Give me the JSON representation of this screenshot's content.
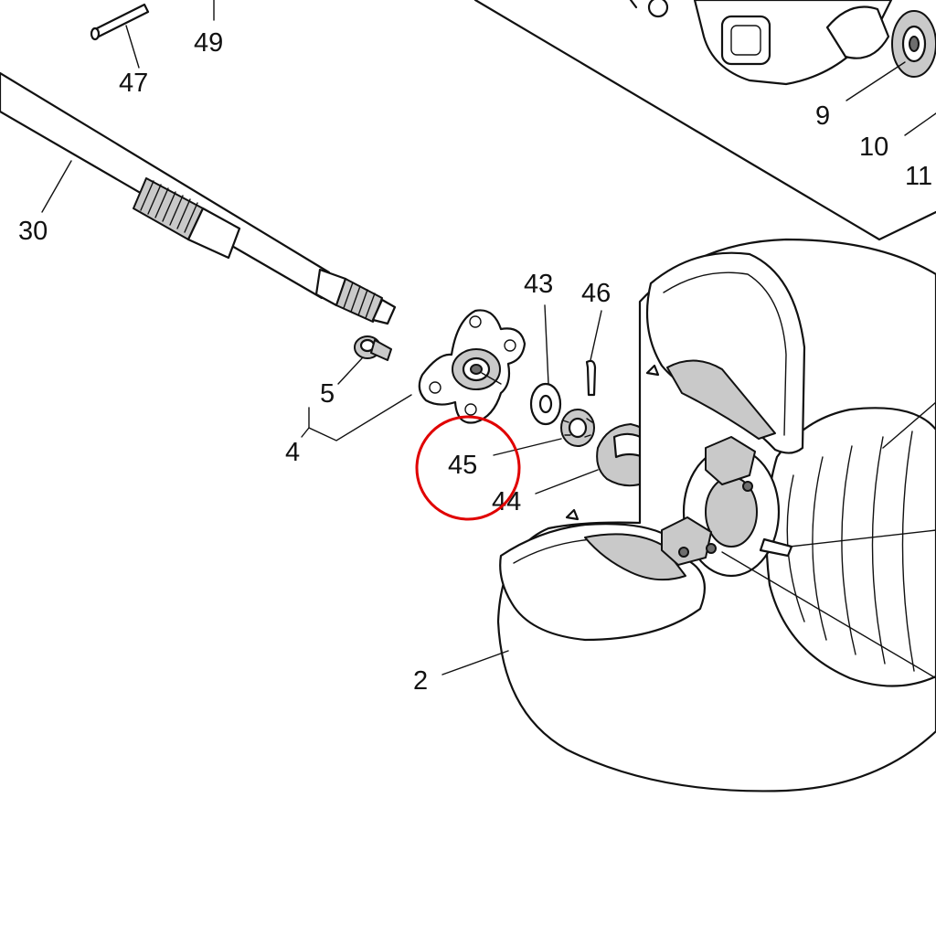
{
  "callouts": [
    {
      "id": "47",
      "text": "47"
    },
    {
      "id": "49",
      "text": "49"
    },
    {
      "id": "30",
      "text": "30"
    },
    {
      "id": "5",
      "text": "5"
    },
    {
      "id": "4",
      "text": "4"
    },
    {
      "id": "43",
      "text": "43"
    },
    {
      "id": "46",
      "text": "46"
    },
    {
      "id": "45",
      "text": "45"
    },
    {
      "id": "44",
      "text": "44"
    },
    {
      "id": "9",
      "text": "9"
    },
    {
      "id": "10",
      "text": "10"
    },
    {
      "id": "11",
      "text": "11"
    },
    {
      "id": "2",
      "text": "2"
    }
  ],
  "highlight": {
    "target": "45",
    "color": "#e00000"
  },
  "colors": {
    "line": "#111111",
    "background": "#ffffff",
    "shade": "#c9c9c9"
  }
}
